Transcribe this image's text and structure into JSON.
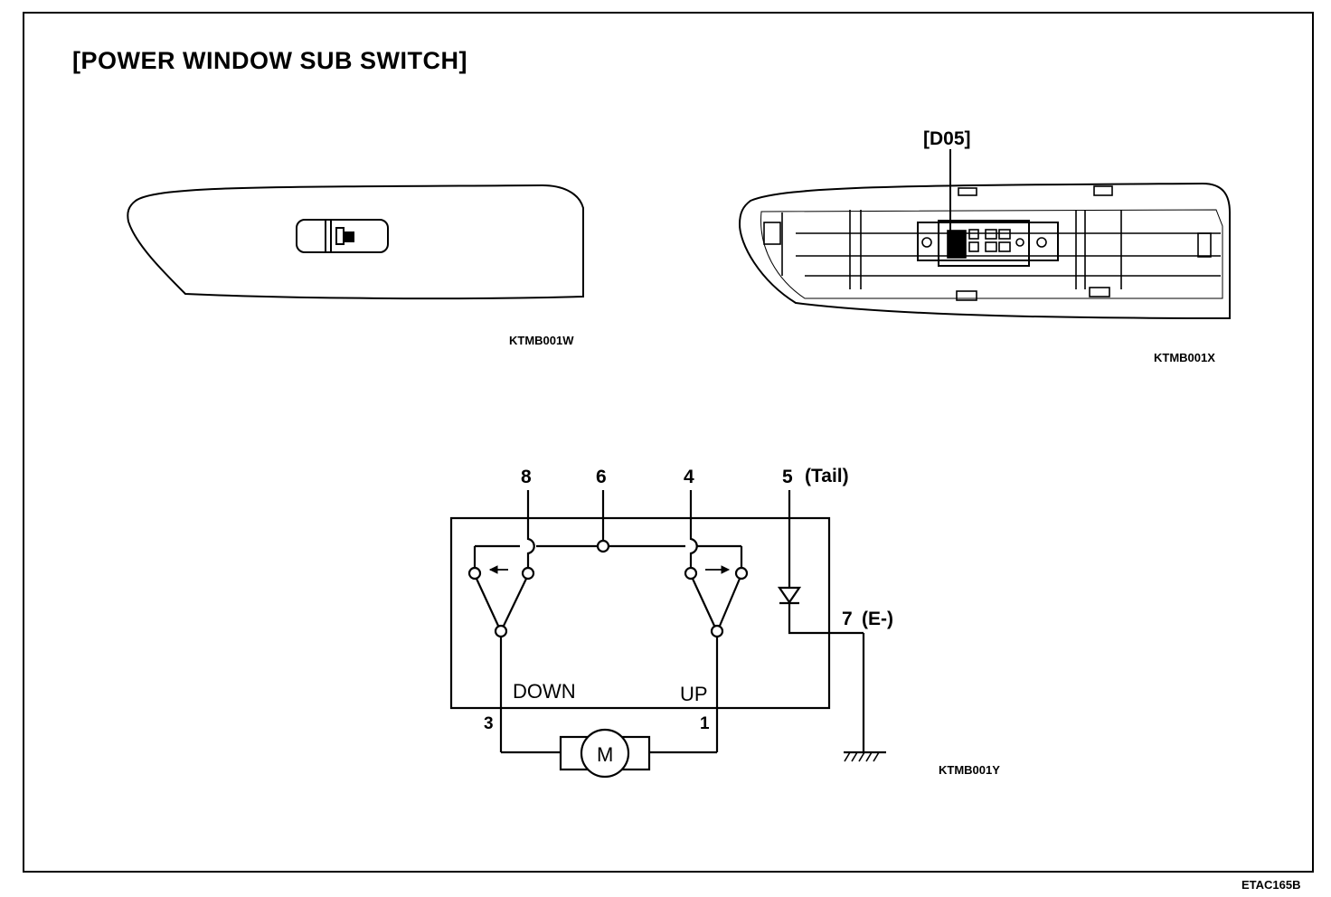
{
  "title": "[POWER WINDOW SUB SWITCH]",
  "figure_codes": {
    "front_view": "KTMB001W",
    "rear_view": "KTMB001X",
    "circuit": "KTMB001Y",
    "page": "ETAC165B"
  },
  "connector_label": "[D05]",
  "circuit": {
    "terminals": {
      "t8": "8",
      "t6": "6",
      "t4": "4",
      "t5": "5",
      "t5_note": "(Tail)",
      "t7": "7",
      "t7_note": "(E-)",
      "t3": "3",
      "t1": "1"
    },
    "switch_labels": {
      "down": "DOWN",
      "up": "UP"
    },
    "motor_label": "M"
  }
}
